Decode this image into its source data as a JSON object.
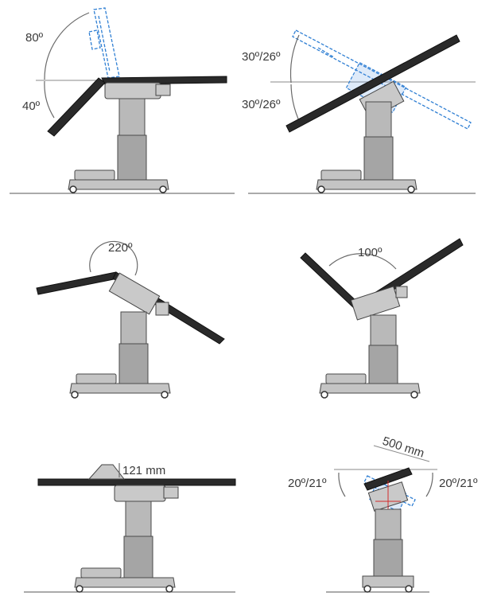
{
  "panels": [
    {
      "id": "back-section",
      "labels": [
        "80º",
        "40º"
      ]
    },
    {
      "id": "tilt",
      "labels": [
        "30º/26º",
        "30º/26º"
      ]
    },
    {
      "id": "flex",
      "labels": [
        "220º"
      ]
    },
    {
      "id": "reflex",
      "labels": [
        "100º"
      ]
    },
    {
      "id": "kidney-bridge",
      "labels": [
        "121 mm"
      ]
    },
    {
      "id": "lateral",
      "labels": [
        "500 mm",
        "20º/21º",
        "20º/21º"
      ]
    }
  ],
  "colors": {
    "ghost_outline": "#2f7fd3",
    "table_top": "#2a2a2a",
    "column": "#b0b0b0",
    "marker": "#d42a2a"
  }
}
